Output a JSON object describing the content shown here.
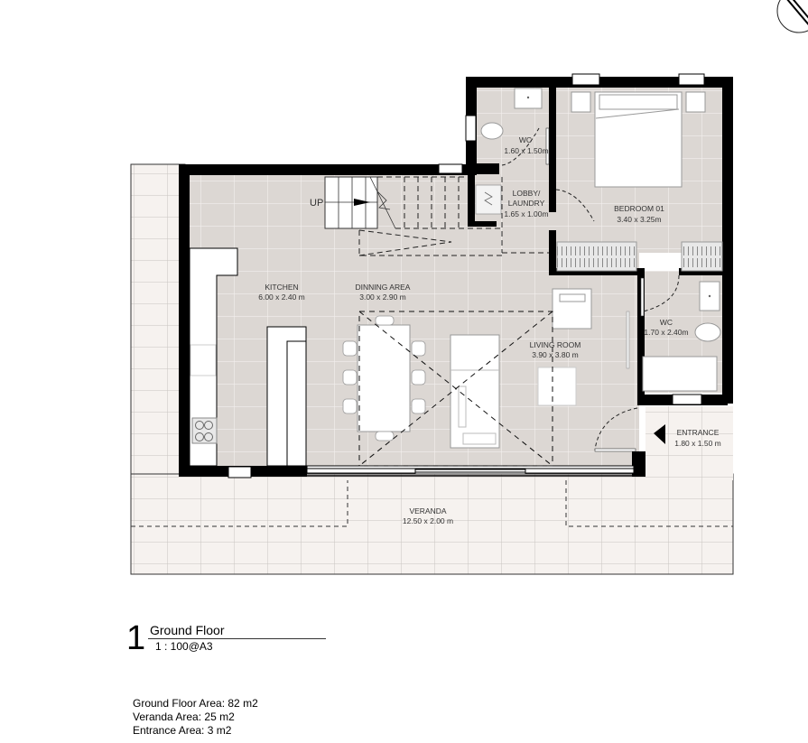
{
  "drawing": {
    "number": "1",
    "title": "Ground Floor",
    "scale": "1 : 100@A3"
  },
  "rooms": {
    "wc_upper": {
      "name": "WC",
      "size": "1.60 x 1.50m"
    },
    "lobby": {
      "name_line1": "LOBBY/",
      "name_line2": "LAUNDRY",
      "size": "1.65 x 1.00m"
    },
    "bedroom": {
      "name": "BEDROOM 01",
      "size": "3.40 x 3.25m"
    },
    "kitchen": {
      "name": "KITCHEN",
      "size": "6.00 x 2.40 m"
    },
    "dining": {
      "name": "DINNING AREA",
      "size": "3.00 x 2.90 m"
    },
    "living": {
      "name": "LIVING ROOM",
      "size": "3.90 x 3.80 m"
    },
    "wc_lower": {
      "name": "WC",
      "size": "1.70 x 2.40m"
    },
    "entrance": {
      "name": "ENTRANCE",
      "size": "1.80 x 1.50 m"
    },
    "veranda": {
      "name": "VERANDA",
      "size": "12.50 x 2.00 m"
    }
  },
  "stair": {
    "label": "UP"
  },
  "areas": [
    "Ground Floor Area: 82 m2",
    "Veranda Area: 25 m2",
    "Entrance Area: 3 m2"
  ],
  "colors": {
    "wall": "#000000",
    "interior_floor": "#dcd7d3",
    "exterior_floor": "#f6f2ef",
    "tile_line": "#c4c0bd"
  }
}
